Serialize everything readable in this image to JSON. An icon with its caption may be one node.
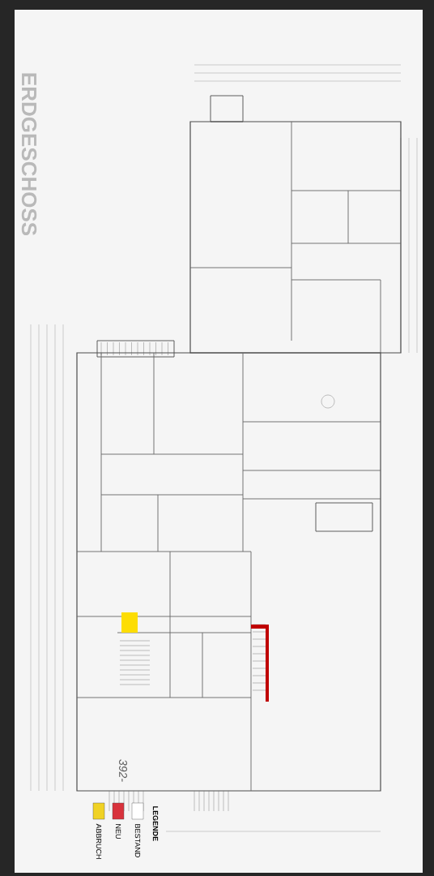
{
  "diagram": {
    "title": "ERDGESCHOSS",
    "labels": [
      "LEGENDE",
      "392-"
    ],
    "legend": [
      {
        "text": "BESTAND",
        "color": "#ffffff"
      },
      {
        "text": "NEU",
        "color": "#d8323c"
      },
      {
        "text": "ABBRUCH",
        "color": "#f0d224"
      }
    ]
  }
}
